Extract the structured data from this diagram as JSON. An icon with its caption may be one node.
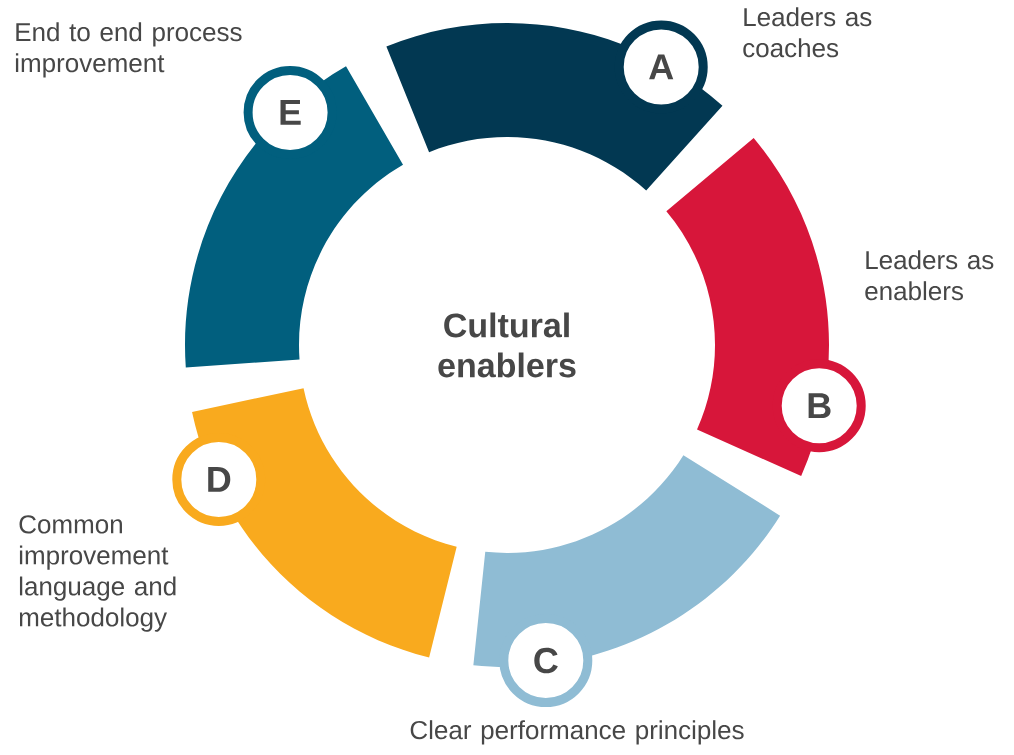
{
  "diagram": {
    "nodes": [
      {
        "text": [
          "Cultural enablers"
        ]
      },
      {
        "text": [
          "A"
        ],
        "beside": [
          "Leaders as coaches"
        ]
      },
      {
        "text": [
          "B"
        ],
        "beside": [
          "Leaders as enablers"
        ]
      },
      {
        "text": [
          "C"
        ],
        "beside": [
          "Clear performance principles"
        ]
      },
      {
        "text": [
          "D"
        ],
        "beside": [
          "Common improvement language and methodology"
        ]
      },
      {
        "text": [
          "E"
        ],
        "beside": [
          "End to end process improvement"
        ]
      }
    ]
  }
}
